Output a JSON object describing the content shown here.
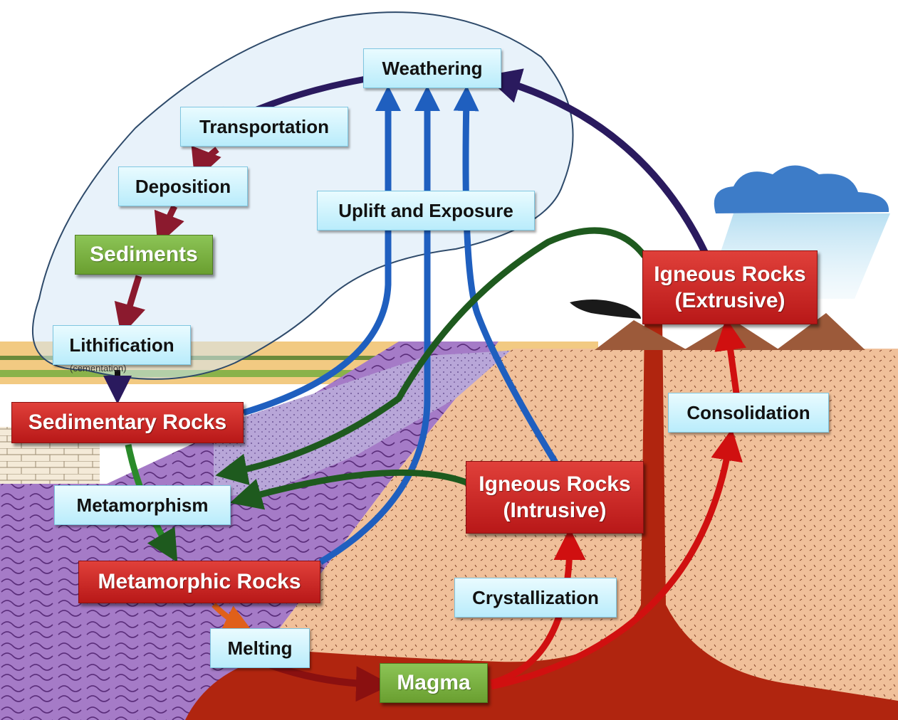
{
  "labels": {
    "weathering": "Weathering",
    "transportation": "Transportation",
    "deposition": "Deposition",
    "sediments": "Sediments",
    "lithification": "Lithification",
    "cementation": "(cementation)",
    "uplift": "Uplift and Exposure",
    "sedimentary_rocks": "Sedimentary Rocks",
    "metamorphism": "Metamorphism",
    "metamorphic_rocks": "Metamorphic Rocks",
    "melting": "Melting",
    "magma": "Magma",
    "crystallization": "Crystallization",
    "igneous_intrusive_line1": "Igneous Rocks",
    "igneous_intrusive_line2": "(Intrusive)",
    "igneous_extrusive_line1": "Igneous Rocks",
    "igneous_extrusive_line2": "(Extrusive)",
    "consolidation": "Consolidation"
  },
  "colors": {
    "process_box": "#c7f0fd",
    "rock_box": "#cc2a2a",
    "green_box": "#7cb342",
    "arrow_purple": "#2a1a5e",
    "arrow_maroon": "#8b1a2e",
    "arrow_blue": "#1f5fbf",
    "arrow_green": "#1e5a1e",
    "arrow_red": "#cc1010",
    "magma": "#b0250f"
  }
}
